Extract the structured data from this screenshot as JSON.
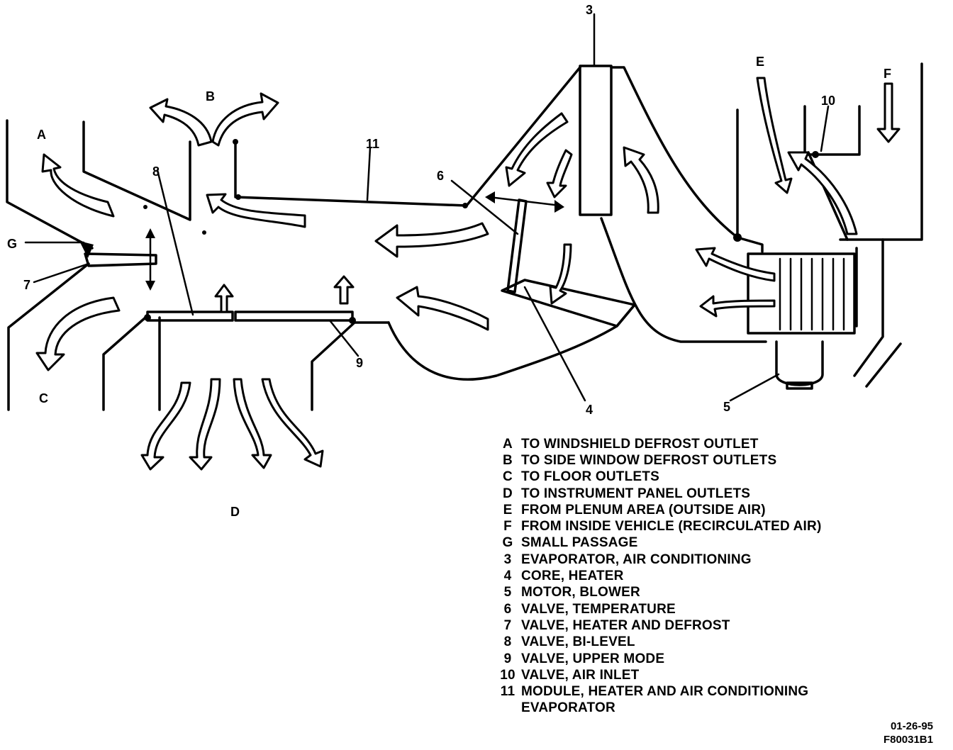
{
  "diagram": {
    "labels": {
      "A": "A",
      "B": "B",
      "C": "C",
      "D": "D",
      "E": "E",
      "F": "F",
      "G": "G",
      "n3": "3",
      "n4": "4",
      "n5": "5",
      "n6": "6",
      "n7": "7",
      "n8": "8",
      "n9": "9",
      "n10": "10",
      "n11": "11"
    }
  },
  "legend": [
    {
      "key": "A",
      "desc": "TO WINDSHIELD DEFROST OUTLET"
    },
    {
      "key": "B",
      "desc": "TO SIDE WINDOW DEFROST OUTLETS"
    },
    {
      "key": "C",
      "desc": "TO FLOOR OUTLETS"
    },
    {
      "key": "D",
      "desc": "TO INSTRUMENT PANEL OUTLETS"
    },
    {
      "key": "E",
      "desc": "FROM PLENUM AREA (OUTSIDE AIR)"
    },
    {
      "key": "F",
      "desc": "FROM INSIDE VEHICLE (RECIRCULATED AIR)"
    },
    {
      "key": "G",
      "desc": "SMALL PASSAGE"
    },
    {
      "key": "3",
      "desc": "EVAPORATOR, AIR CONDITIONING"
    },
    {
      "key": "4",
      "desc": "CORE, HEATER"
    },
    {
      "key": "5",
      "desc": "MOTOR, BLOWER"
    },
    {
      "key": "6",
      "desc": "VALVE, TEMPERATURE"
    },
    {
      "key": "7",
      "desc": "VALVE, HEATER AND DEFROST"
    },
    {
      "key": "8",
      "desc": "VALVE, BI-LEVEL"
    },
    {
      "key": "9",
      "desc": "VALVE, UPPER MODE"
    },
    {
      "key": "10",
      "desc": "VALVE, AIR INLET"
    },
    {
      "key": "11",
      "desc": "MODULE, HEATER AND AIR CONDITIONING"
    }
  ],
  "legend_continuation": "EVAPORATOR",
  "code": {
    "date": "01-26-95",
    "ref": "F80031B1"
  }
}
